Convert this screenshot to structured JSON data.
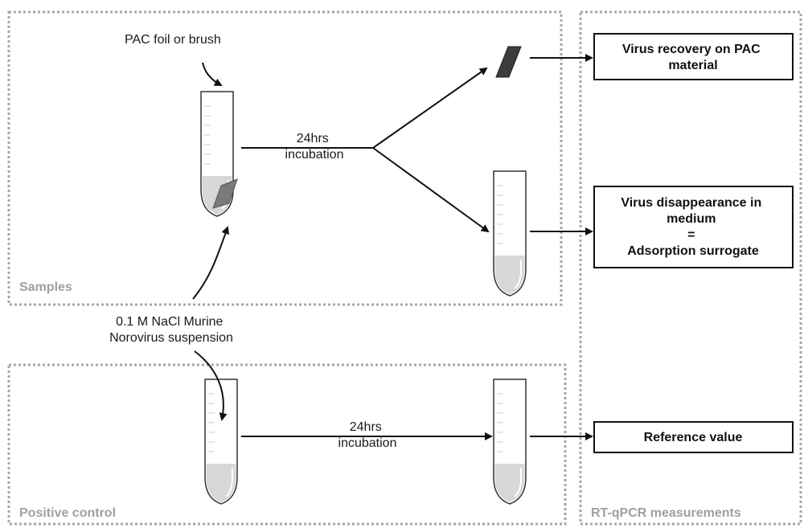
{
  "regions": {
    "samples": "Samples",
    "positive_control": "Positive control",
    "measurements": "RT-qPCR measurements"
  },
  "labels": {
    "pac_material": "PAC foil or brush",
    "suspension_line1": "0.1 M NaCl Murine",
    "suspension_line2": "Norovirus suspension",
    "incubation_samples_line1": "24hrs",
    "incubation_samples_line2": "incubation",
    "incubation_control_line1": "24hrs",
    "incubation_control_line2": "incubation"
  },
  "results": {
    "recovery_line1": "Virus recovery on PAC",
    "recovery_line2": "material",
    "disappearance_line1": "Virus disappearance in",
    "disappearance_line2": "medium",
    "disappearance_line3": "=",
    "disappearance_line4": "Adsorption surrogate",
    "reference": "Reference value"
  },
  "colors": {
    "region_border": "#a7a7a7",
    "region_label": "#a0a0a0",
    "line": "#111111",
    "liquid": "#d7d7d7",
    "pac_in_tube": "#7a7a7a",
    "pac_recovered": "#3c3c3c"
  }
}
